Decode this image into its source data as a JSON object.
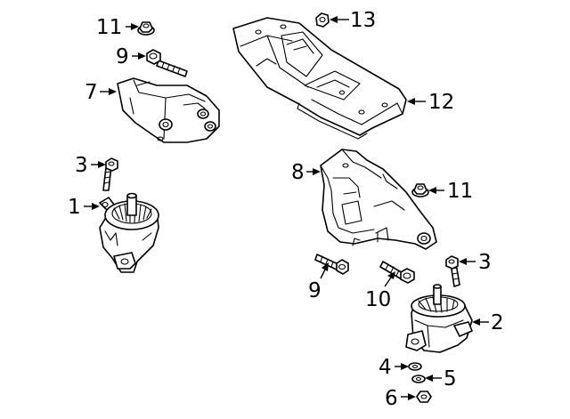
{
  "callouts": {
    "c11a": "11",
    "c13": "13",
    "c9a": "9",
    "c7": "7",
    "c12": "12",
    "c3a": "3",
    "c8": "8",
    "c11b": "11",
    "c1": "1",
    "c3b": "3",
    "c9b": "9",
    "c10": "10",
    "c2": "2",
    "c4": "4",
    "c5": "5",
    "c6": "6"
  }
}
